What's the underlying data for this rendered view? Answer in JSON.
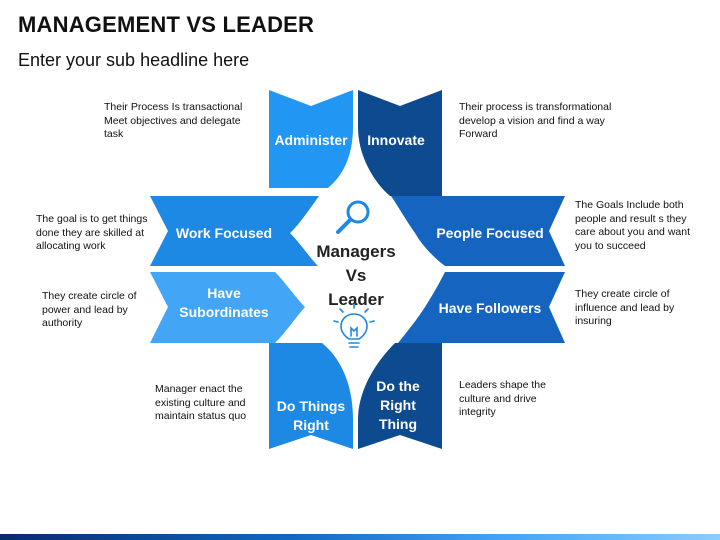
{
  "header": {
    "title": "MANAGEMENT VS LEADER",
    "subtitle": "Enter your sub headline here"
  },
  "center": {
    "line1": "Managers",
    "line2": "Vs",
    "line3": "Leader",
    "top_icon": "magnifier-icon",
    "bottom_icon": "lightbulb-icon"
  },
  "colors": {
    "manager_blue": "#1e90e8",
    "manager_light": "#42a5f5",
    "leader_dark": "#0d4a8f",
    "leader_mid": "#1565c0"
  },
  "arms": {
    "administer": "Administer",
    "innovate": "Innovate",
    "work_focused": "Work Focused",
    "people_focused": "People Focused",
    "have_subordinates_1": "Have",
    "have_subordinates_2": "Subordinates",
    "have_followers": "Have Followers",
    "do_things_right_1": "Do Things",
    "do_things_right_2": "Right",
    "do_right_thing_1": "Do the",
    "do_right_thing_2": "Right",
    "do_right_thing_3": "Thing"
  },
  "descriptions": {
    "administer": "Their Process Is transactional Meet objectives and delegate task",
    "innovate": "Their process is transformational develop a vision and find a way Forward",
    "work_focused": "The goal is to get things done they are skilled at allocating work",
    "people_focused": "The Goals Include both people and result s they care about you and want you to succeed",
    "have_subordinates": "They create circle of power and lead by authority",
    "have_followers": "They create circle of influence and lead by insuring",
    "do_things_right": "Manager enact the existing culture and maintain status quo",
    "do_right_thing": "Leaders shape the culture and drive integrity"
  }
}
